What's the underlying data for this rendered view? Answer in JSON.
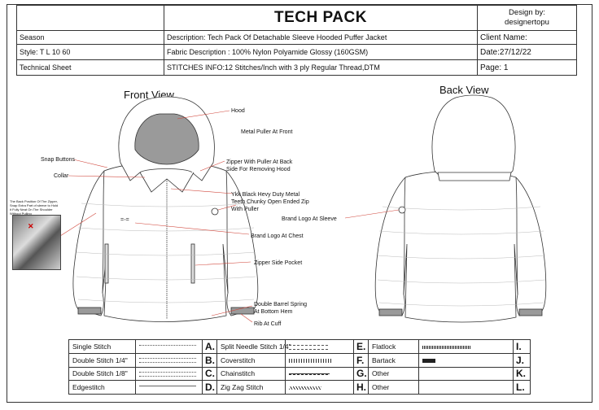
{
  "header": {
    "title": "TECH PACK",
    "designed_by": "Design by:",
    "designer": "designertopu",
    "season": "Season",
    "description": "Description: Tech Pack Of Detachable Sleeve Hooded Puffer Jacket",
    "client": "Client Name:",
    "style": "Style: T L 10 60",
    "fabric": "Fabric Description : 100% Nylon Polyamide Glossy (160GSM)",
    "date": "Date:27/12/22",
    "technical": "Technical Sheet",
    "stitches": "STITCHES INFO:12 Stitches/Inch with 3 ply Regular Thread,DTM",
    "page": "Page: 1"
  },
  "views": {
    "front": "Front View",
    "back": "Back View"
  },
  "annotations": {
    "hood": "Hood",
    "metal_puller": "Metal Puller At Front",
    "snap_buttons": "Snap Buttons",
    "collar": "Collar",
    "zipper_back_1": "Zipper With Puller At Back",
    "zipper_back_2": "Side For Removing Hood",
    "ykk_1": "Ykk Black Hevy Duty Metal",
    "ykk_2": "Teeth Chunky Open Ended Zip",
    "ykk_3": "With Puller",
    "brand_sleeve": "Brand Logo At Sleeve",
    "brand_chest": "Brand Logo At Chest",
    "zipper_pocket": "Zipper Side Pocket",
    "spring_1": "Double Barrel Spring",
    "spring_2": "At Bottom Hem",
    "rib_cuff": "Rib At Cuff",
    "inset_note": "The Back Position Of The Zipper, Snap Extra Part of sleeve to Hold it Fully Neat On The Shoulder Without Pulling"
  },
  "legend": [
    {
      "name": "Single Stitch",
      "code": "A.",
      "name2": "Split Needle Stitch 1/4\"",
      "code2": "E.",
      "name3": "Flatlock",
      "code3": "I."
    },
    {
      "name": "Double Stitch 1/4\"",
      "code": "B.",
      "name2": "Coverstitch",
      "code2": "F.",
      "name3": "Bartack",
      "code3": "J."
    },
    {
      "name": "Double Stitch 1/8\"",
      "code": "C.",
      "name2": "Chainstitch",
      "code2": "G.",
      "name3": "Other",
      "code3": "K."
    },
    {
      "name": "Edgestitch",
      "code": "D.",
      "name2": "Zig Zag Stitch",
      "code2": "H.",
      "name3": "Other",
      "code3": "L."
    }
  ],
  "colors": {
    "annotation_line": "#d0453a",
    "line": "#333333",
    "hood_lining": "#9a9a9a"
  }
}
